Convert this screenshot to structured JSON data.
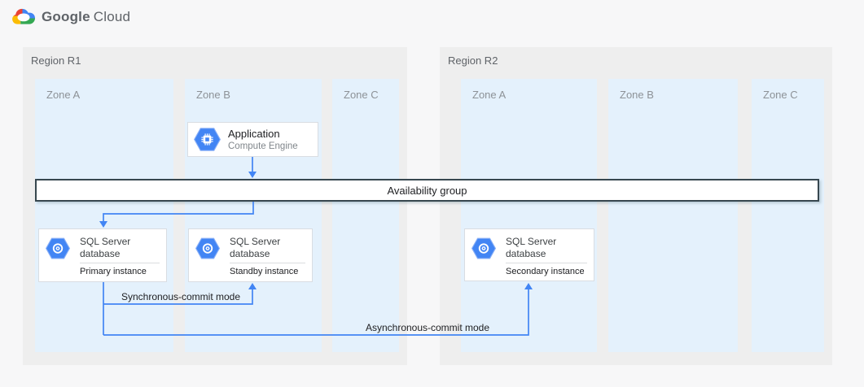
{
  "header": {
    "logo": {
      "google": "Google",
      "cloud": "Cloud"
    }
  },
  "regions": [
    {
      "label": "Region R1",
      "zones": [
        {
          "label": "Zone A"
        },
        {
          "label": "Zone B"
        },
        {
          "label": "Zone C"
        }
      ]
    },
    {
      "label": "Region R2",
      "zones": [
        {
          "label": "Zone A"
        },
        {
          "label": "Zone B"
        },
        {
          "label": "Zone C"
        }
      ]
    }
  ],
  "nodes": {
    "application": {
      "title": "Application",
      "subtitle": "Compute Engine",
      "icon": "compute-engine-icon"
    },
    "availability_group": {
      "label": "Availability group"
    },
    "sql_primary": {
      "title": "SQL Server database",
      "instance": "Primary instance",
      "icon": "sql-server-on-compute-engine-icon"
    },
    "sql_standby": {
      "title": "SQL Server database",
      "instance": "Standby instance",
      "icon": "sql-server-on-compute-engine-icon"
    },
    "sql_secondary": {
      "title": "SQL Server database",
      "instance": "Secondary instance",
      "icon": "sql-server-on-compute-engine-icon"
    }
  },
  "connectors": {
    "sync_label": "Synchronous-commit mode",
    "async_label": "Asynchronous-commit mode"
  },
  "colors": {
    "canvas_bg": "#f7f7f8",
    "region_fill": "#eeeeee",
    "zone_fill": "#e4f1fc",
    "arrow_blue": "#4285f4",
    "hexagon_blue": "#4285f4",
    "hexagon_edge": "#8ab0f7",
    "availability_border": "#37474f",
    "text_dark": "#202124",
    "text_gray": "#80868b",
    "google_red": "#ea4335",
    "google_yellow": "#fbbc04",
    "google_green": "#34a853",
    "google_blue": "#4285f4"
  }
}
